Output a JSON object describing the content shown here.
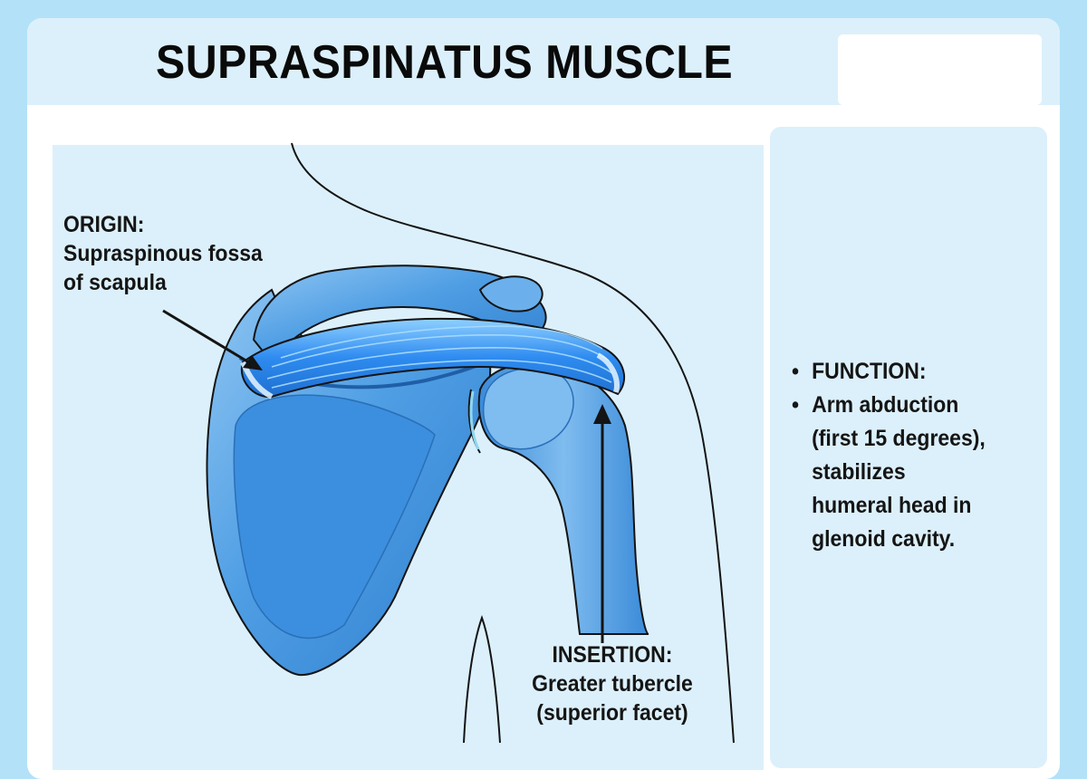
{
  "title": "SUPRASPINATUS MUSCLE",
  "origin": {
    "heading": "ORIGIN:",
    "lines": [
      "Supraspinous fossa",
      "of scapula"
    ]
  },
  "insertion": {
    "heading": "INSERTION:",
    "lines": [
      "Greater tubercle",
      "(superior facet)"
    ]
  },
  "function": {
    "bullet": "•",
    "heading": "FUNCTION:",
    "lines": [
      "Arm abduction",
      "(first 15 degrees),",
      "stabilizes",
      "humeral head in",
      "glenoid cavity."
    ]
  },
  "colors": {
    "page_background": "#b3e1f8",
    "panel": "#dcf0fb",
    "bone": "#4f9ee4",
    "bone_dark": "#2f7fcf",
    "muscle": "#2e8bf0",
    "outline": "#141414"
  },
  "icons": {
    "origin_pointer": "arrow-icon",
    "insertion_pointer": "arrow-icon"
  }
}
